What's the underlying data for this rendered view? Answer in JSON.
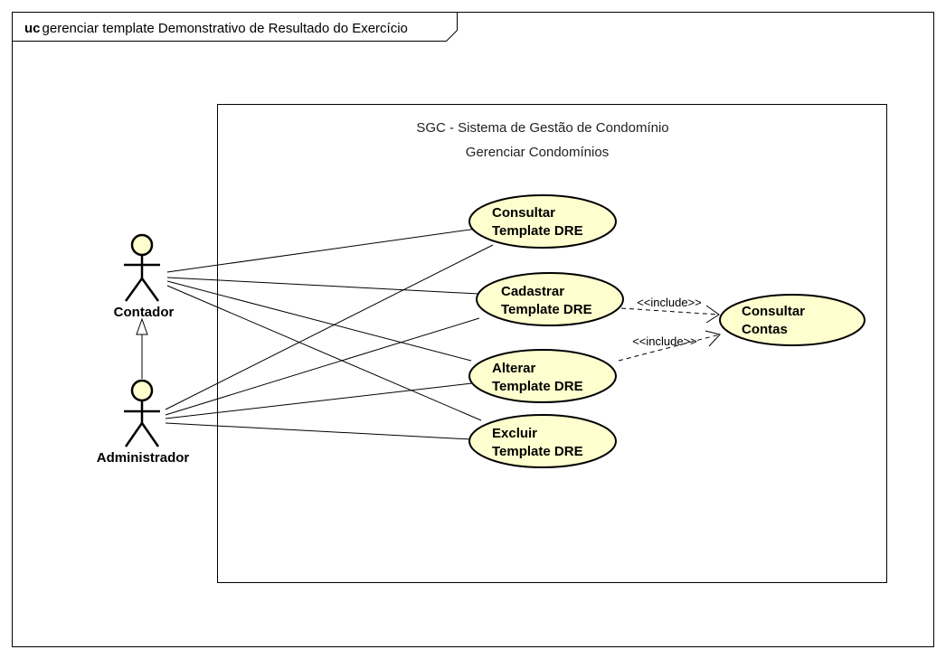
{
  "frame": {
    "keyword": "uc",
    "title": "gerenciar template Demonstrativo de Resultado do Exercício"
  },
  "system": {
    "name": "SGC - Sistema de Gestão de Condomínio",
    "subtitle": "Gerenciar Condomínios"
  },
  "actors": {
    "contador": "Contador",
    "administrador": "Administrador"
  },
  "use_cases": {
    "consultar_template": [
      "Consultar",
      "Template DRE"
    ],
    "cadastrar_template": [
      "Cadastrar",
      "Template DRE"
    ],
    "alterar_template": [
      "Alterar",
      "Template DRE"
    ],
    "excluir_template": [
      "Excluir",
      "Template DRE"
    ],
    "consultar_contas": [
      "Consultar",
      "Contas"
    ]
  },
  "relations": {
    "include_label": "<<include>>"
  },
  "colors": {
    "use_case_fill": "#fefece",
    "actor_head_fill": "#fefece",
    "stroke": "#000000"
  }
}
